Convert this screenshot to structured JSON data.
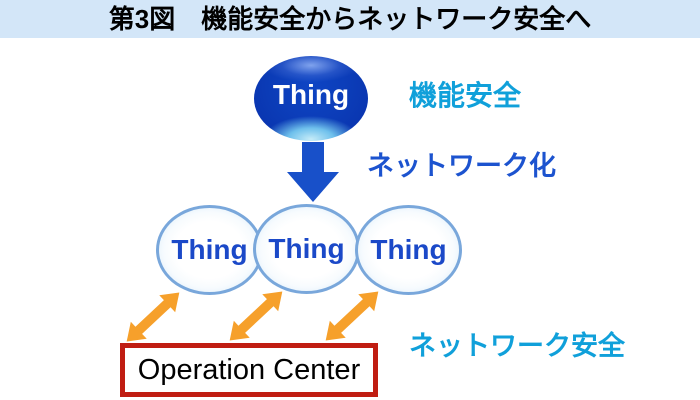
{
  "figure": {
    "title": "第3図　機能安全からネットワーク安全へ"
  },
  "single_thing": {
    "label": "Thing",
    "caption": "機能安全"
  },
  "transition": {
    "caption": "ネットワーク化"
  },
  "network_things": {
    "nodes": [
      {
        "label": "Thing"
      },
      {
        "label": "Thing"
      },
      {
        "label": "Thing"
      }
    ],
    "caption": "ネットワーク安全"
  },
  "operation_center": {
    "label": "Operation Center"
  },
  "icons": {
    "transition_arrow": "down-arrow-icon",
    "link_arrow": "double-headed-arrow-icon"
  },
  "colors": {
    "header_bg": "#d3e6f8",
    "title_text": "#000000",
    "cyan_caption": "#10a0da",
    "blue_caption": "#1c53cf",
    "arrow_blue": "#1850c9",
    "arrow_orange": "#f6a02b",
    "box_border_red": "#c01d12",
    "sphere_blue": "#0b3bb6",
    "node_border": "#79a7db",
    "node_text": "#1b49c8"
  }
}
